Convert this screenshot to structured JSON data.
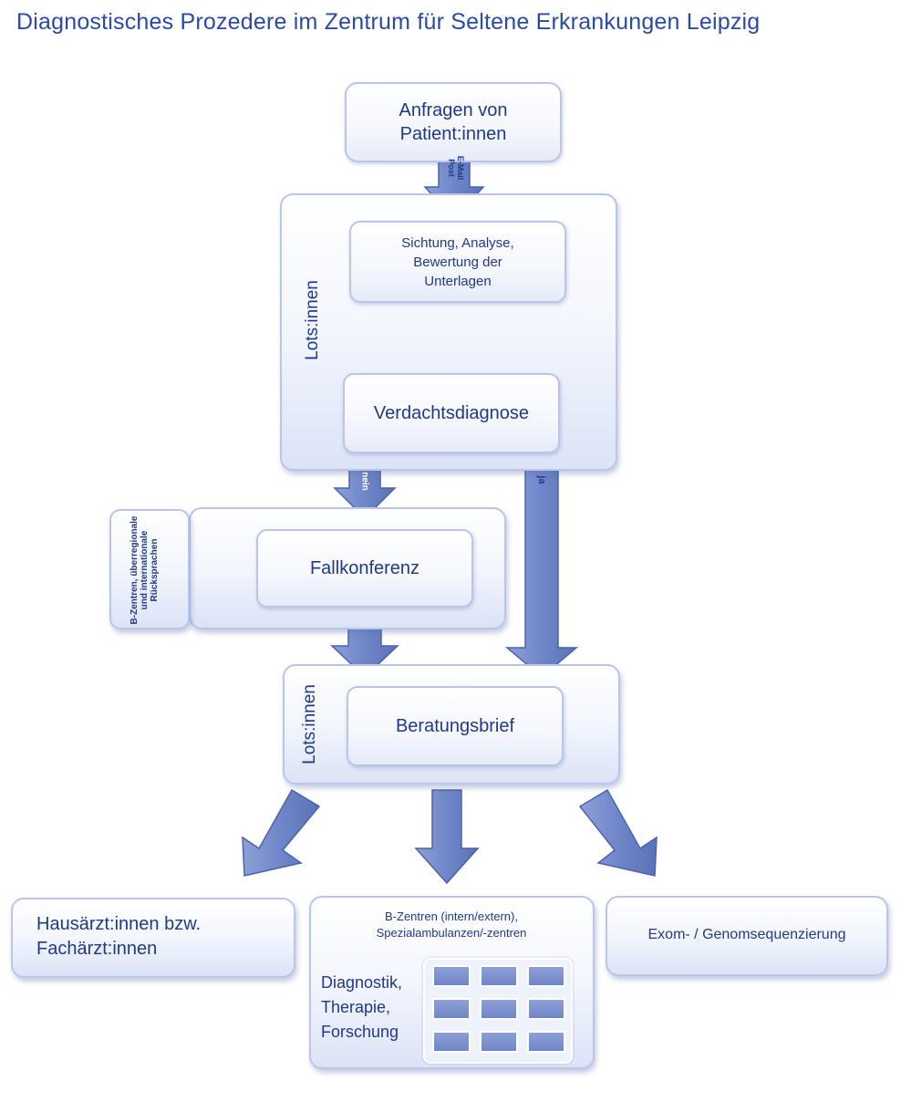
{
  "title": "Diagnostisches Prozedere im Zentrum für Seltene Erkrankungen Leipzig",
  "nodes": {
    "anfragen": "Anfragen von Patient:innen",
    "sichtung": "Sichtung, Analyse, Bewertung der Unterlagen",
    "verdacht": "Verdachtsdiagnose",
    "fallkonferenz": "Fallkonferenz",
    "beratungsbrief": "Beratungsbrief",
    "hausarzt": "Hausärzt:innen bzw. Fachärzt:innen",
    "bzentren_header": "B-Zentren (intern/extern), Spezialambulanzen/-zentren",
    "bzentren_list": "Diagnostik, Therapie, Forschung",
    "exom": "Exom- / Genomsequenzierung"
  },
  "labels": {
    "lotsinnen_top": "Lots:innen",
    "lotsinnen_bottom": "Lots:innen",
    "email_post": "E-Mail Post",
    "nein": "nein",
    "ja": "ja",
    "side_box": "B-Zentren, überregionale und internationale Rücksprachen"
  },
  "colors": {
    "arrow": "#6f86c8",
    "arrow_stroke": "#4a63ad",
    "text": "#1f3a8a",
    "border": "#b9c6ea"
  }
}
